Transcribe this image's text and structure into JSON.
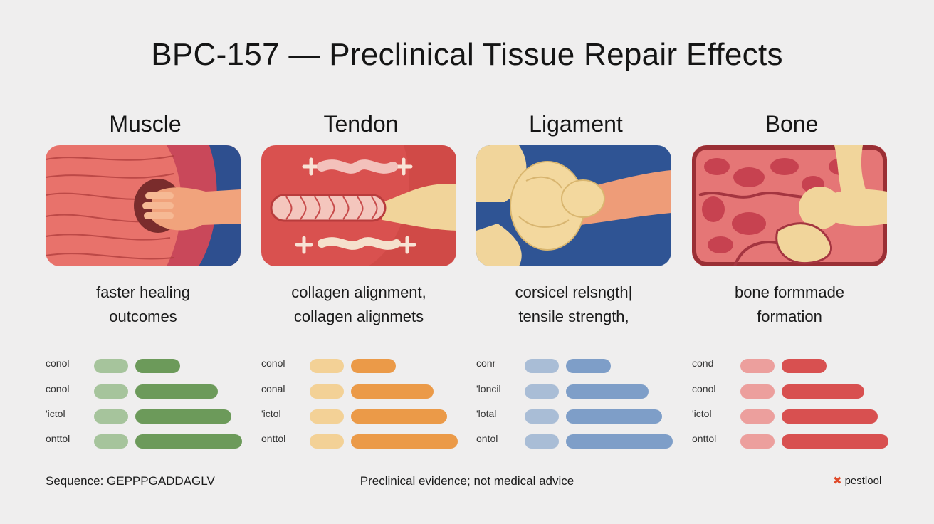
{
  "title": "BPC-157 — Preclinical Tissue Repair Effects",
  "footer": {
    "sequence": "Sequence: GEPPPGADDAGLV",
    "disclaimer": "Preclinical evidence; not medical advice",
    "brand": "pestlool",
    "brand_icon": "x-mark-icon"
  },
  "chart_data": {
    "type": "bar",
    "panels": [
      {
        "tissue": "Muscle",
        "caption": [
          "faster healing",
          "outcomes"
        ],
        "accent": "#6c9a5a",
        "control_color": "#a6c49c",
        "rows": [
          {
            "label": "conol",
            "control": 1,
            "value": 1.3
          },
          {
            "label": "conol",
            "control": 1,
            "value": 2.4
          },
          {
            "label": "'ictol",
            "control": 1,
            "value": 2.8
          },
          {
            "label": "onttol",
            "control": 1,
            "value": 3.1
          }
        ]
      },
      {
        "tissue": "Tendon",
        "caption": [
          "collagen alignment,",
          "collagen alignmets"
        ],
        "accent": "#eb9a48",
        "control_color": "#f3d196",
        "rows": [
          {
            "label": "conol",
            "control": 1,
            "value": 1.3
          },
          {
            "label": "conal",
            "control": 1,
            "value": 2.4
          },
          {
            "label": "'ictol",
            "control": 1,
            "value": 2.8
          },
          {
            "label": "onttol",
            "control": 1,
            "value": 3.1
          }
        ]
      },
      {
        "tissue": "Ligament",
        "caption": [
          "corsicel relsngth|",
          "tensile strength,"
        ],
        "accent": "#7e9ec8",
        "control_color": "#a9bdd6",
        "rows": [
          {
            "label": "conr",
            "control": 1,
            "value": 1.3
          },
          {
            "label": "'loncil",
            "control": 1,
            "value": 2.4
          },
          {
            "label": "'lotal",
            "control": 1,
            "value": 2.8
          },
          {
            "label": "ontol",
            "control": 1,
            "value": 3.1
          }
        ]
      },
      {
        "tissue": "Bone",
        "caption": [
          "bone formmade",
          "formation"
        ],
        "accent": "#d85050",
        "control_color": "#ec9f9d",
        "rows": [
          {
            "label": "cond",
            "control": 1,
            "value": 1.3
          },
          {
            "label": "conol",
            "control": 1,
            "value": 2.4
          },
          {
            "label": "'ictol",
            "control": 1,
            "value": 2.8
          },
          {
            "label": "onttol",
            "control": 1,
            "value": 3.1
          }
        ]
      }
    ]
  }
}
